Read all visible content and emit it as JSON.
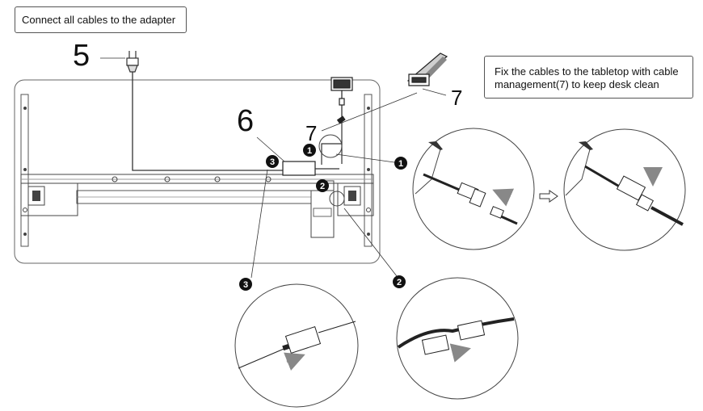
{
  "title": "Connect all cables to the adapter",
  "note": {
    "line1": "Fix the cables to the tabletop with cable",
    "line2": "management(7) to keep desk clean"
  },
  "callouts": {
    "plug": "5",
    "adapter": "6",
    "tie_top": "7",
    "tie_desk": "7"
  },
  "markers": {
    "one": "1",
    "two": "2",
    "three": "3"
  },
  "icons": [
    "power-plug-icon",
    "cable-tie-icon",
    "arrow-right-icon"
  ]
}
